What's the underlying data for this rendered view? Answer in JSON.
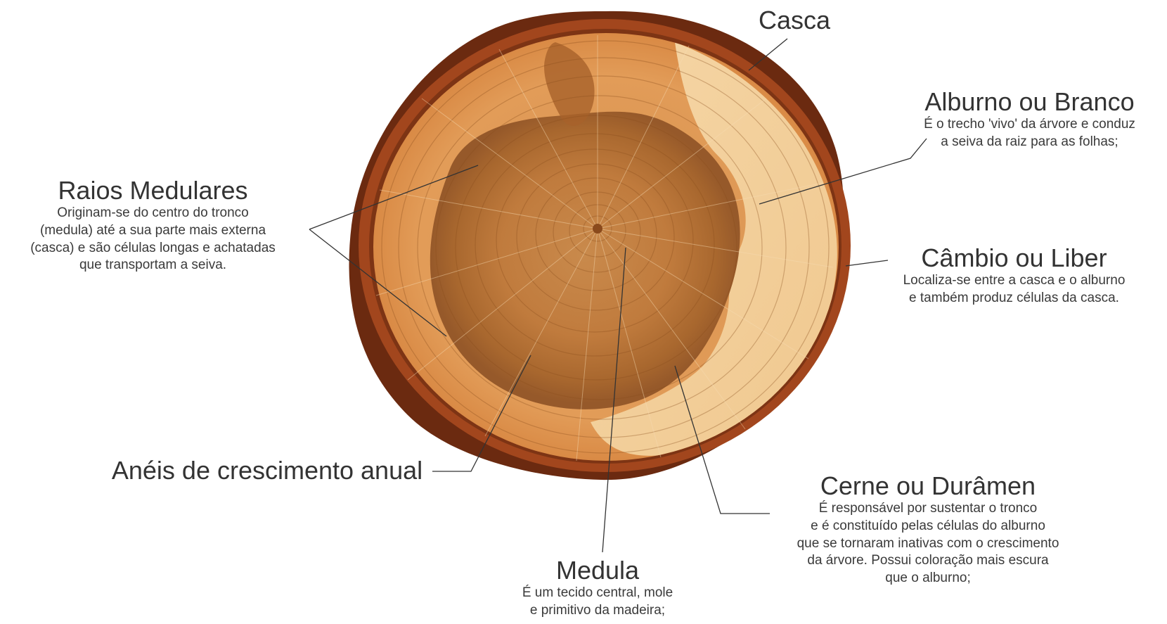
{
  "labels": {
    "casca": {
      "title": "Casca"
    },
    "alburno": {
      "title": "Alburno ou Branco",
      "desc": [
        "É o trecho 'vivo' da árvore e conduz",
        "a seiva da raiz para as folhas;"
      ]
    },
    "raios": {
      "title": "Raios Medulares",
      "desc": [
        "Originam-se do centro do tronco",
        "(medula) até a sua parte mais externa",
        "(casca) e são células longas e achatadas",
        "que transportam a seiva."
      ]
    },
    "cambio": {
      "title": "Câmbio ou Liber",
      "desc": [
        "Localiza-se entre a casca e o alburno",
        "e também produz células da casca."
      ]
    },
    "aneis": {
      "title": "Anéis de crescimento anual"
    },
    "cerne": {
      "title": "Cerne ou Durâmen",
      "desc": [
        "É responsável por sustentar o tronco",
        "e é constituído pelas células do alburno",
        "que se tornaram inativas com o crescimento",
        "da árvore. Possui coloração mais escura",
        "que o alburno;"
      ]
    },
    "medula": {
      "title": "Medula",
      "desc": [
        "É um tecido central, mole",
        "e primitivo da madeira;"
      ]
    }
  },
  "colors": {
    "bark_outer": "#6b2a10",
    "bark": "#a2461d",
    "sapwood": "#e19a55",
    "sapwood_light": "#f3cf9e",
    "heartwood": "#c07b3d",
    "heartwood_dark": "#9e5e27",
    "leader_line": "#333333"
  }
}
